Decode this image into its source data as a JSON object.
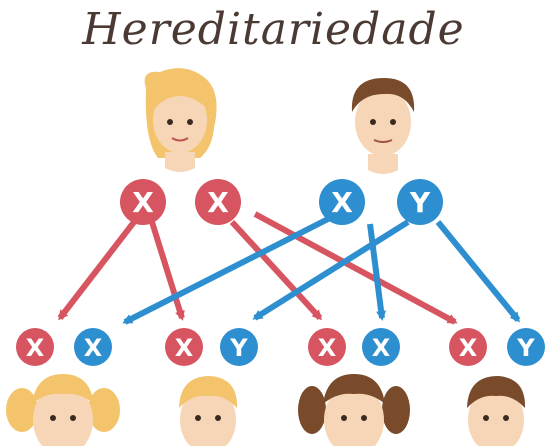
{
  "title": "Hereditariedade",
  "colors": {
    "mother_chromosome": "#d65560",
    "father_chromosome": "#2d8fd0",
    "title_text": "#4a3a33",
    "skin": "#f7d6b8",
    "blonde_hair": "#f3c46b",
    "brown_hair": "#7a4b2a"
  },
  "parents": [
    {
      "role": "mother",
      "icon": "mother-face-icon",
      "chromosomes": [
        "X",
        "X"
      ]
    },
    {
      "role": "father",
      "icon": "father-face-icon",
      "chromosomes": [
        "X",
        "Y"
      ]
    }
  ],
  "children": [
    {
      "icon": "daughter-face-icon",
      "chromosomes": [
        "X",
        "X"
      ]
    },
    {
      "icon": "son-face-icon",
      "chromosomes": [
        "X",
        "Y"
      ]
    },
    {
      "icon": "daughter-face-icon",
      "chromosomes": [
        "X",
        "X"
      ]
    },
    {
      "icon": "son-face-icon",
      "chromosomes": [
        "X",
        "Y"
      ]
    }
  ]
}
